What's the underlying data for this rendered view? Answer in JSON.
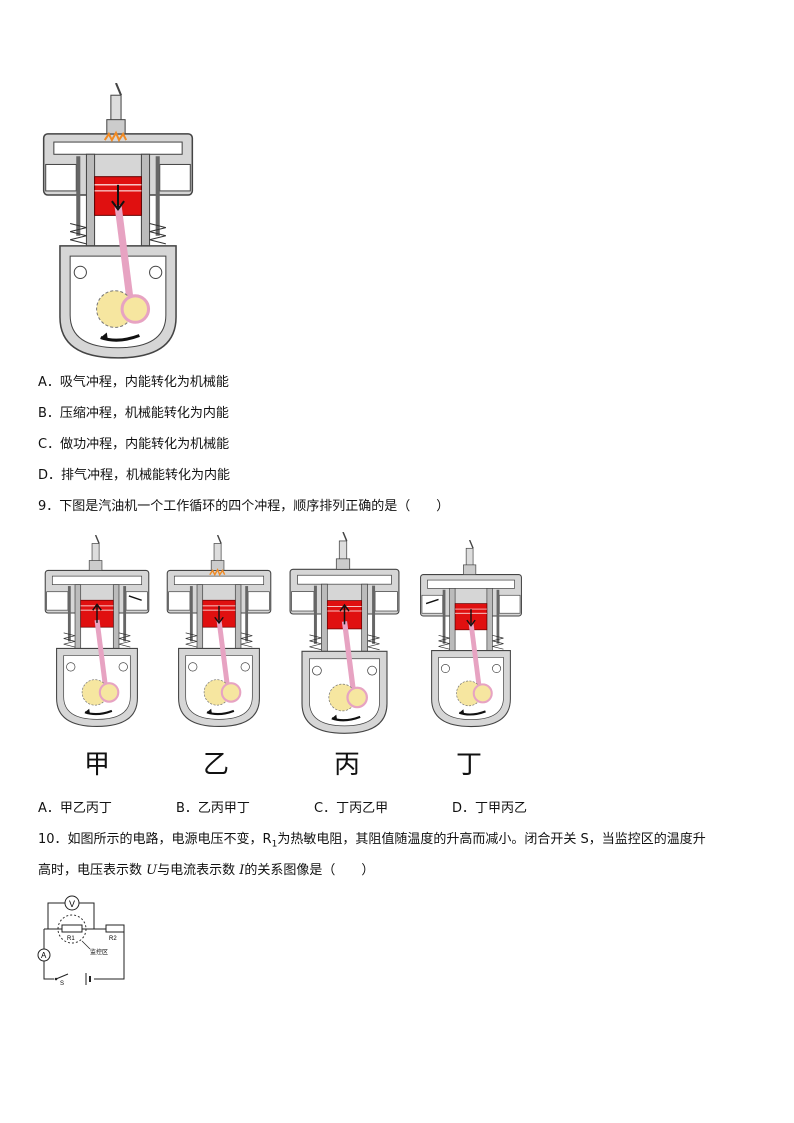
{
  "q8": {
    "options": [
      "A．吸气冲程，内能转化为机械能",
      "B．压缩冲程，机械能转化为内能",
      "C．做功冲程，内能转化为机械能",
      "D．排气冲程，机械能转化为内能"
    ]
  },
  "q9": {
    "stem": "9．下图是汽油机一个工作循环的四个冲程，顺序排列正确的是（　　）",
    "engine_labels": [
      "甲",
      "乙",
      "丙",
      "丁"
    ],
    "options": [
      "A．甲乙丙丁",
      "B．乙丙甲丁",
      "C．丁丙乙甲",
      "D．丁甲丙乙"
    ]
  },
  "q10": {
    "stem_line1": "10．如图所示的电路，电源电压不变，R",
    "stem_sub": "1",
    "stem_line1_rest": "为热敏电阻，其阻值随温度的升高而减小。闭合开关 S，当监控区的温度升",
    "stem_line2_a": "高时，电压表示数 ",
    "stem_U": "U",
    "stem_line2_b": "与电流表示数 ",
    "stem_I": "I",
    "stem_line2_c": "的关系图像是（　　）",
    "circuit": {
      "voltmeter": "V",
      "ammeter": "A",
      "r1": "R1",
      "r2": "R2",
      "switch": "S",
      "zone": "监控区"
    }
  }
}
